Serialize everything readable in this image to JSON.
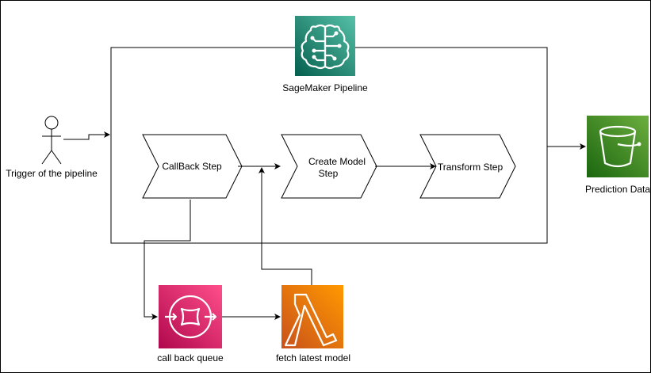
{
  "pipeline": {
    "label": "SageMaker Pipeline"
  },
  "actor": {
    "label": "Trigger of the pipeline"
  },
  "steps": [
    {
      "label": "CallBack Step"
    },
    {
      "label_line1": "Create Model",
      "label_line2": "Step"
    },
    {
      "label": "Transform Step"
    }
  ],
  "queue": {
    "label": "call back queue",
    "icon": "sqs-queue-icon",
    "color": "#e7157b"
  },
  "lambda": {
    "label": "fetch latest model",
    "icon": "lambda-icon",
    "color": "#ed7100"
  },
  "output": {
    "label": "Prediction Data",
    "icon": "s3-bucket-icon",
    "color": "#3f8624"
  },
  "sagemaker": {
    "icon": "sagemaker-icon",
    "color": "#067f68"
  }
}
